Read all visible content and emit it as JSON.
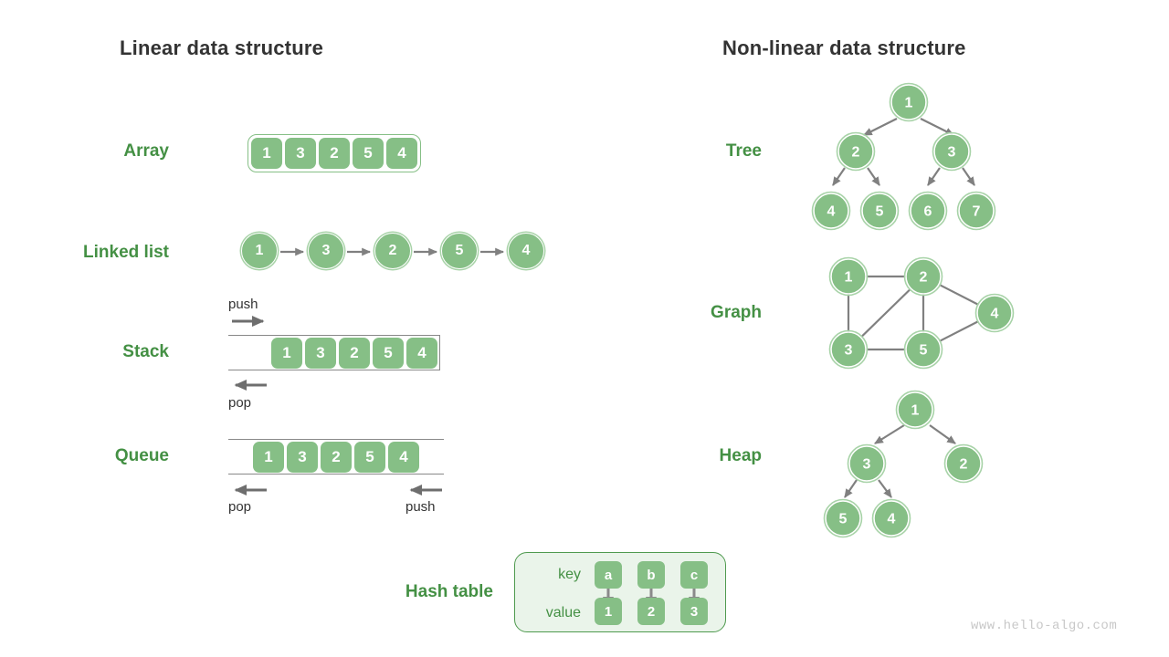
{
  "panels": {
    "linear_title": "Linear data structure",
    "nonlinear_title": "Non-linear data structure"
  },
  "labels": {
    "array": "Array",
    "linked_list": "Linked list",
    "stack": "Stack",
    "queue": "Queue",
    "hash_table": "Hash table",
    "tree": "Tree",
    "graph": "Graph",
    "heap": "Heap"
  },
  "array": {
    "values": [
      "1",
      "3",
      "2",
      "5",
      "4"
    ]
  },
  "linked_list": {
    "values": [
      "1",
      "3",
      "2",
      "5",
      "4"
    ]
  },
  "stack": {
    "values": [
      "1",
      "3",
      "2",
      "5",
      "4"
    ],
    "push_label": "push",
    "pop_label": "pop"
  },
  "queue": {
    "values": [
      "1",
      "3",
      "2",
      "5",
      "4"
    ],
    "pop_label": "pop",
    "push_label": "push"
  },
  "hash_table": {
    "key_label": "key",
    "value_label": "value",
    "keys": [
      "a",
      "b",
      "c"
    ],
    "values": [
      "1",
      "2",
      "3"
    ]
  },
  "tree": {
    "nodes": [
      "1",
      "2",
      "3",
      "4",
      "5",
      "6",
      "7"
    ],
    "edges": [
      [
        0,
        1
      ],
      [
        0,
        2
      ],
      [
        1,
        3
      ],
      [
        1,
        4
      ],
      [
        2,
        5
      ],
      [
        2,
        6
      ]
    ]
  },
  "graph": {
    "nodes": [
      "1",
      "2",
      "3",
      "4",
      "5"
    ],
    "edges": [
      [
        0,
        1
      ],
      [
        0,
        2
      ],
      [
        1,
        2
      ],
      [
        1,
        3
      ],
      [
        1,
        4
      ],
      [
        2,
        4
      ],
      [
        3,
        4
      ]
    ]
  },
  "heap": {
    "nodes": [
      "1",
      "3",
      "2",
      "5",
      "4"
    ],
    "edges": [
      [
        0,
        1
      ],
      [
        0,
        2
      ],
      [
        1,
        3
      ],
      [
        1,
        4
      ]
    ]
  },
  "watermark": "www.hello-algo.com",
  "colors": {
    "node_fill": "#86bf86",
    "node_ring": "#a8d3a8",
    "label_green": "#449044",
    "edge_gray": "#808080",
    "hash_bg": "#eaf4ea",
    "hash_border": "#4f9a4f",
    "title_dark": "#333333",
    "watermark_gray": "#c8c8c8"
  }
}
